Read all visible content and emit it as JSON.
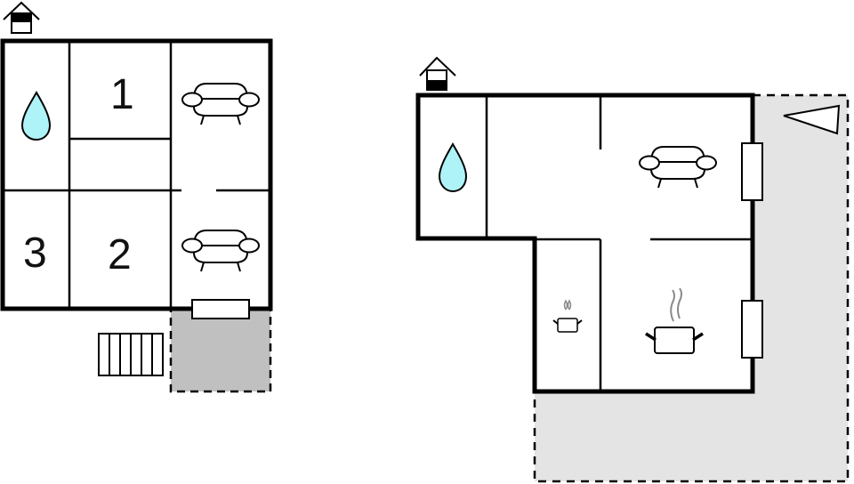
{
  "floorplan": {
    "colors": {
      "wall": "#000000",
      "water": "#aef3f7",
      "terrace_dark": "#c0c0c0",
      "terrace_light": "#e4e4e4",
      "steam": "#8a8a8a"
    },
    "left_floor": {
      "entrance_icon": "house-entrance-icon",
      "rooms": [
        {
          "label": "1",
          "type": "bedroom"
        },
        {
          "label": "2",
          "type": "bedroom"
        },
        {
          "label": "3",
          "type": "bedroom"
        }
      ],
      "icons": [
        "water-drop-icon",
        "sofa-icon",
        "sofa-icon",
        "stairs-icon",
        "window-icon"
      ],
      "terrace": "covered-terrace"
    },
    "right_floor": {
      "entrance_icon": "house-entrance-icon",
      "icons": [
        "water-drop-icon",
        "sofa-icon",
        "cooking-pot-icon",
        "cooking-pot-icon",
        "window-icon",
        "window-icon",
        "direction-triangle-icon"
      ],
      "terrace": "open-terrace"
    }
  }
}
